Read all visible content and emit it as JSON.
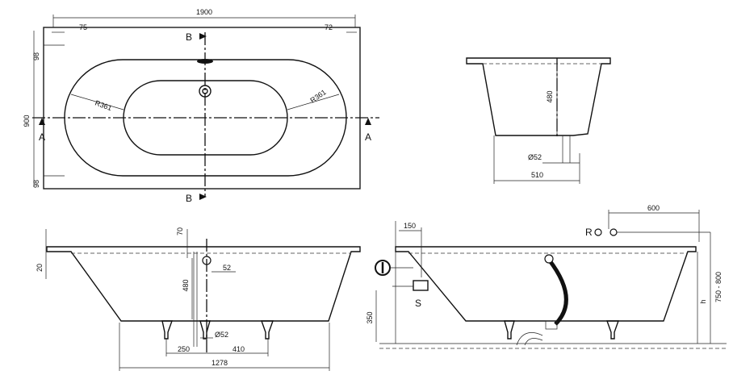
{
  "top_view": {
    "overall_length": "1900",
    "left_offset": "75",
    "right_offset": "72",
    "width": "900",
    "top_band": "98",
    "bottom_band": "98",
    "radius_left": "R361",
    "radius_right": "R361",
    "section_a_left": "A",
    "section_a_right": "A",
    "section_b_top": "B",
    "section_b_bottom": "B"
  },
  "section_a": {
    "depth": "480",
    "waste_diameter": "Ø52",
    "width": "510"
  },
  "section_b": {
    "rim_height": "20",
    "overflow_top": "70",
    "overflow_offset": "52",
    "depth": "480",
    "waste_diameter": "Ø52",
    "leg_left": "250",
    "leg_right": "410",
    "base_length": "1278"
  },
  "installation": {
    "offset_top": "150",
    "tap_spacing": "600",
    "tap_label": "R",
    "valve_label": "S",
    "floor_height": "350",
    "total_height": "750 - 800",
    "height_symbol": "h"
  }
}
